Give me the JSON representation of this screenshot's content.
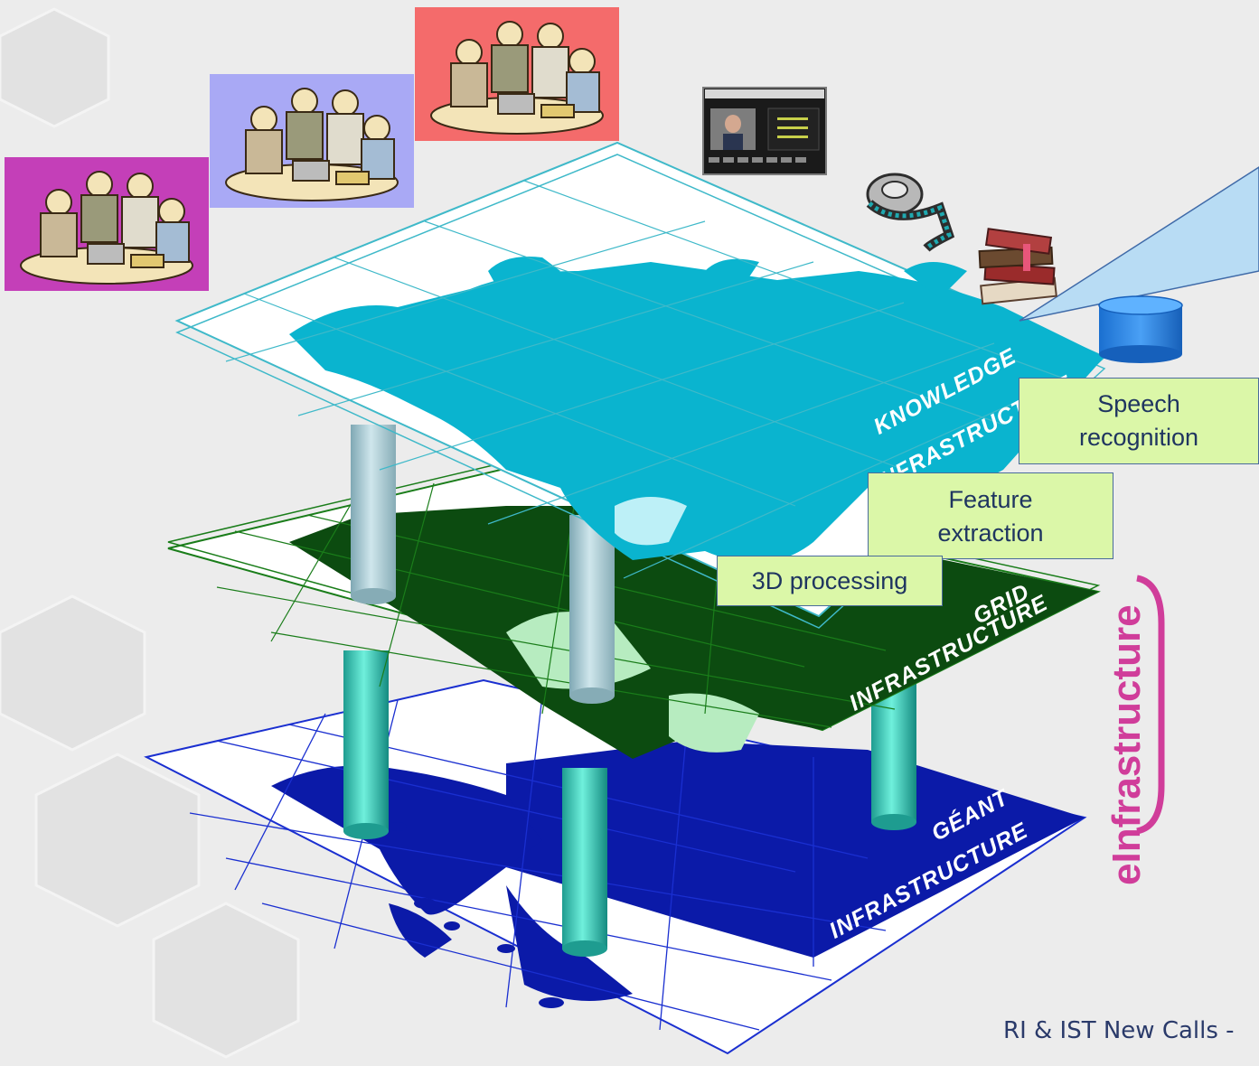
{
  "layers": {
    "knowledge": {
      "line1": "KNOWLEDGE",
      "line2": "INFRASTRUCTURE",
      "color": "#0ab4cf"
    },
    "grid": {
      "line1": "GRID",
      "line2": "INFRASTRUCTURE",
      "color": "#0c4b10"
    },
    "geant": {
      "line1": "GÉANT",
      "line2": "INFRASTRUCTURE",
      "color": "#0b1aa8"
    }
  },
  "callouts": {
    "speech": "Speech recognition",
    "feature": "Feature extraction",
    "processing": "3D processing"
  },
  "side_label": "eInfrastructure",
  "side_label_color": "#d03d9a",
  "footer": "RI & IST New Calls -",
  "icons": [
    "people-meeting-icon",
    "video-screen-icon",
    "film-reel-icon",
    "books-icon",
    "database-icon"
  ],
  "people_panel_colors": [
    "#c43fb8",
    "#a9a9f5",
    "#f46b6b"
  ]
}
